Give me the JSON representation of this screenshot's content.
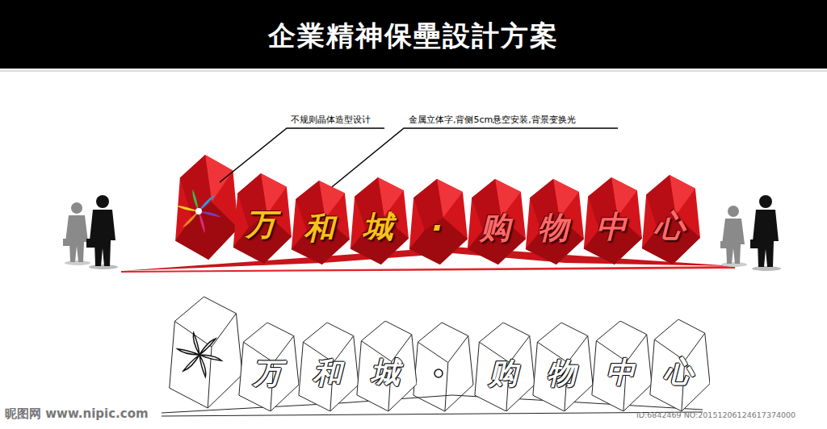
{
  "diagram": {
    "title": "企業精神保壘設計方案",
    "nodes": [
      {
        "text": [
          "万"
        ]
      },
      {
        "text": [
          "和"
        ]
      },
      {
        "text": [
          "城"
        ]
      },
      {
        "text": [
          "·"
        ]
      },
      {
        "text": [
          "购"
        ]
      },
      {
        "text": [
          "物"
        ]
      },
      {
        "text": [
          "中"
        ]
      },
      {
        "text": [
          "心"
        ]
      },
      {
        "text": [
          "万"
        ]
      },
      {
        "text": [
          "和"
        ]
      },
      {
        "text": [
          "城"
        ]
      },
      {
        "text": [
          "购"
        ]
      },
      {
        "text": [
          "物"
        ]
      },
      {
        "text": [
          "中"
        ]
      },
      {
        "text": [
          "心"
        ]
      }
    ],
    "labels": [
      "不规则晶体造型设计",
      "金属立体字,背侧5cm悬空安装,背景变换光",
      "昵图网 www.nipic.com",
      "ID:6842469 NO:20151206124617374000"
    ]
  }
}
